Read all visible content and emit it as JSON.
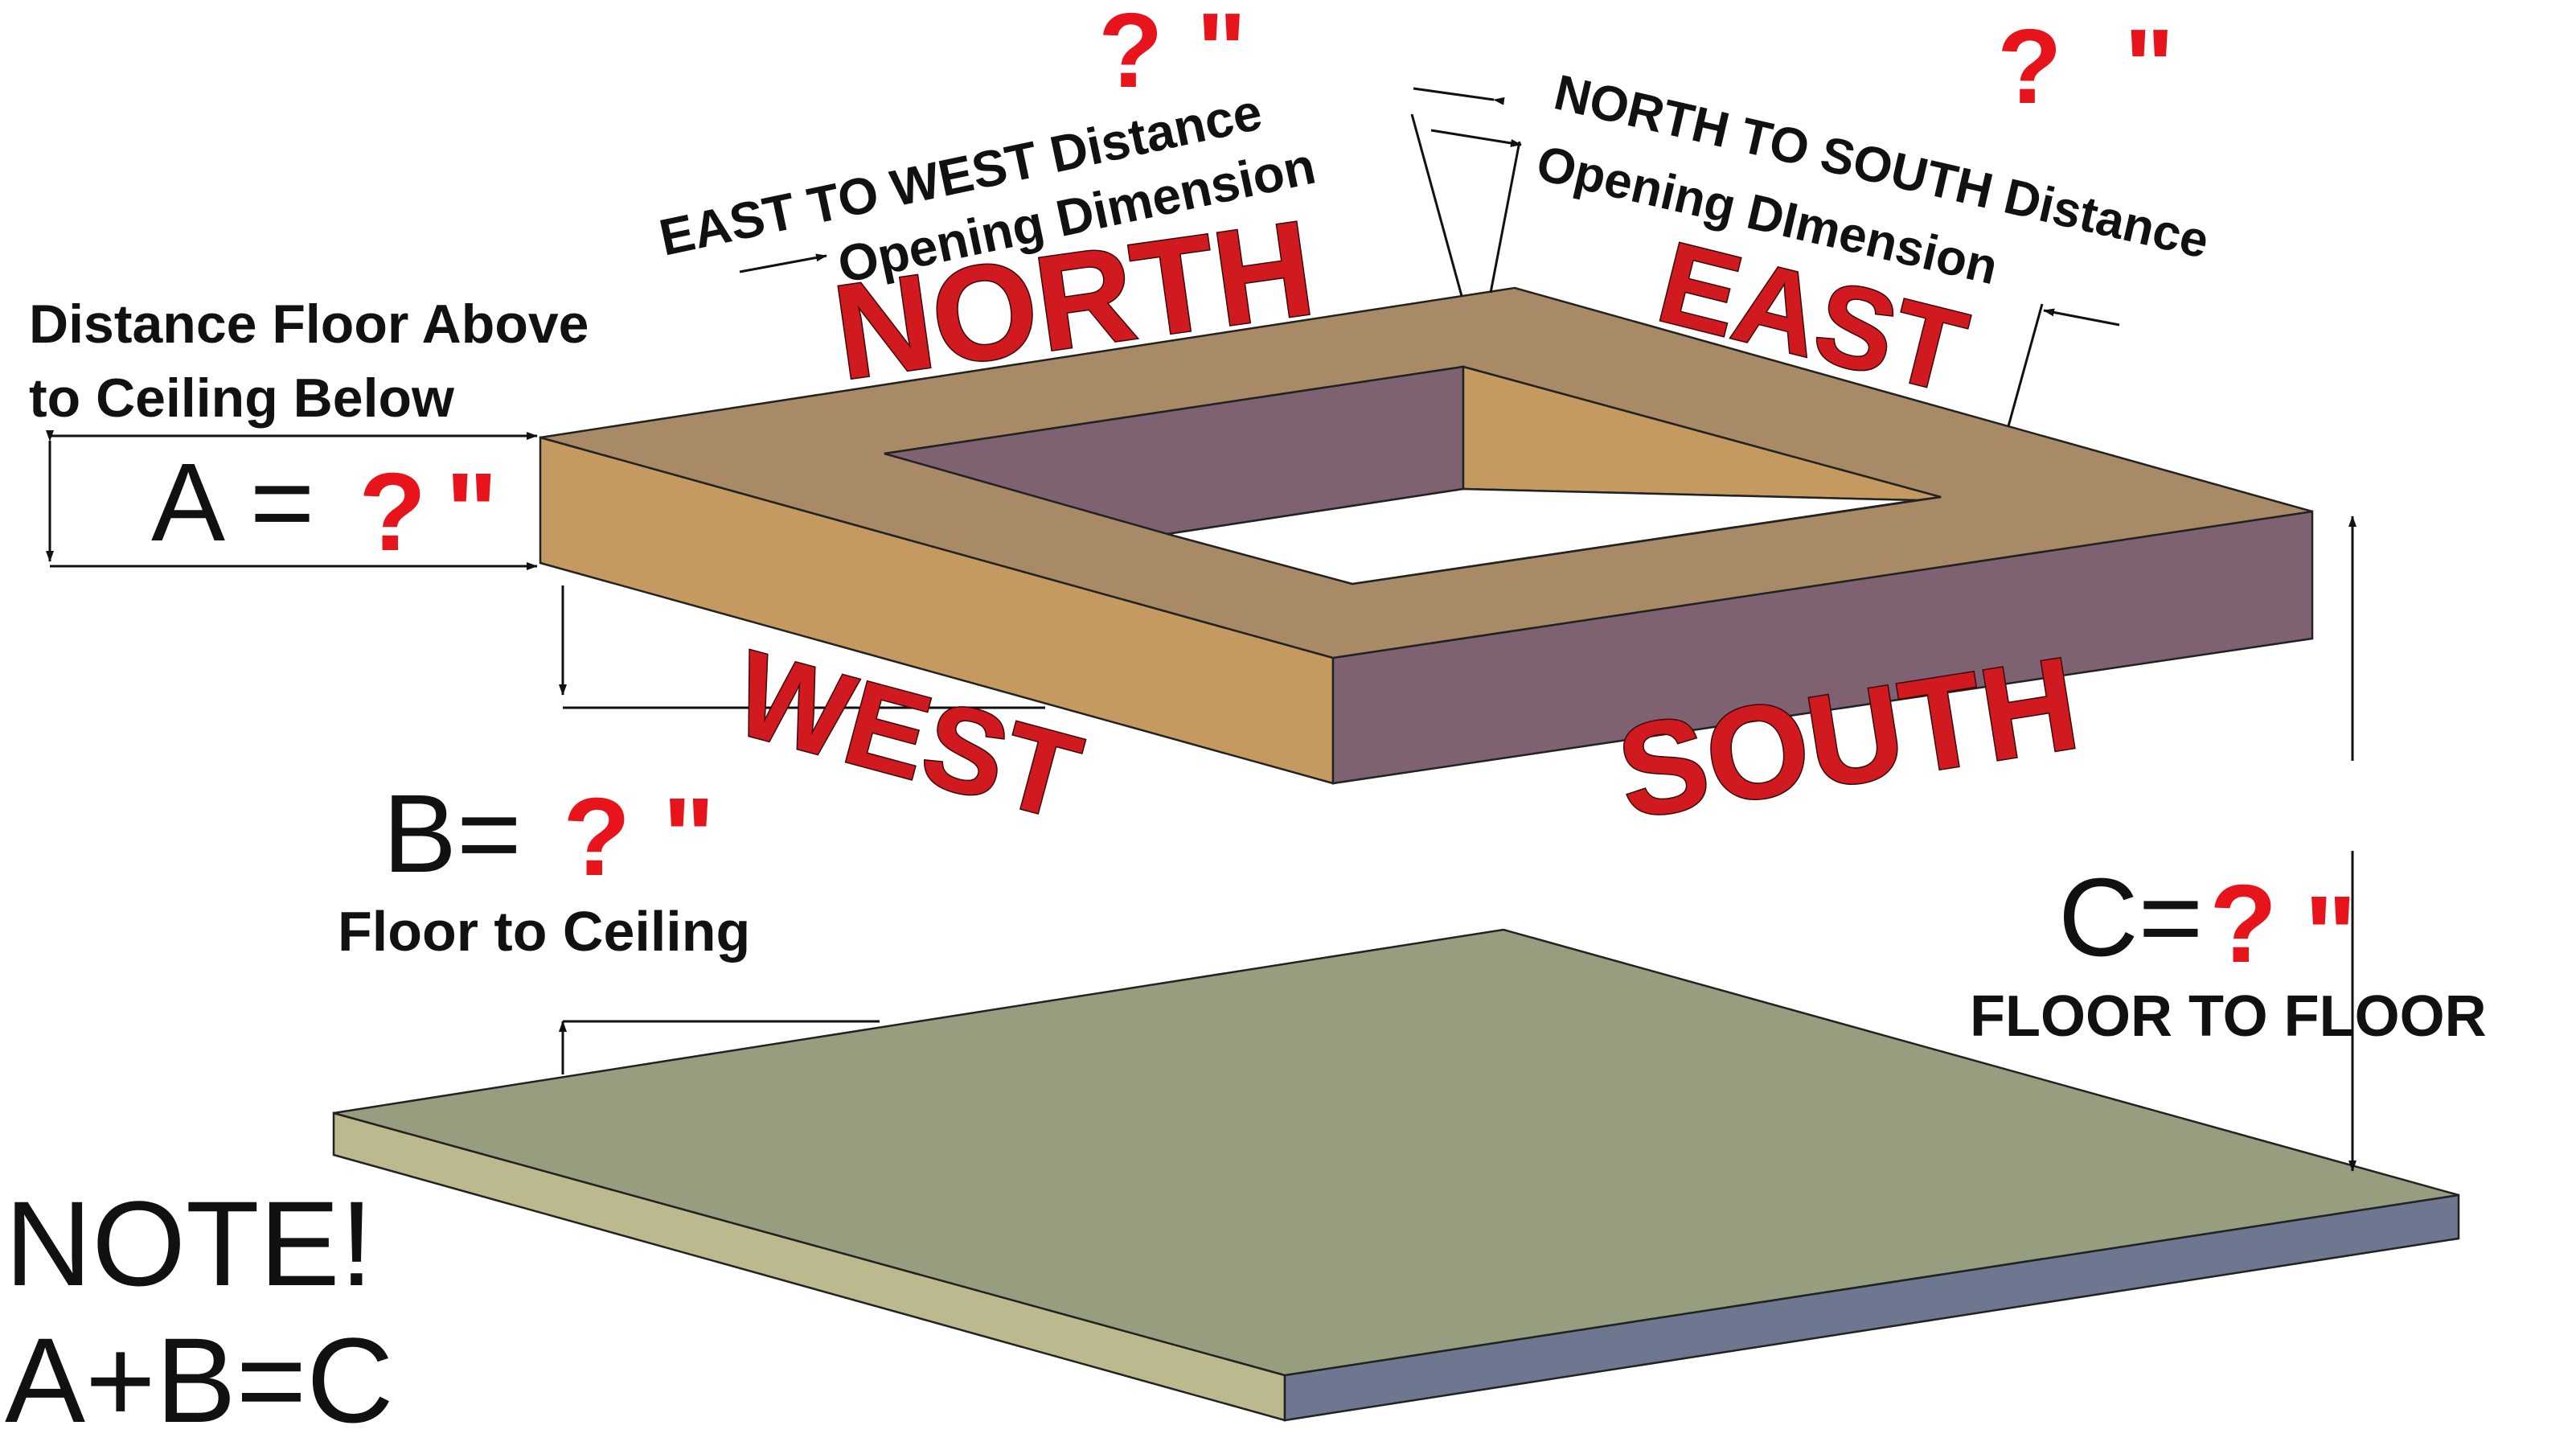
{
  "labels": {
    "east_west_line1": "EAST TO WEST Distance",
    "east_west_line2": "Opening Dimension",
    "north_south_line1": "NORTH TO SOUTH Distance",
    "north_south_line2": "Opening DImension",
    "dist_floor_line1": "Distance Floor Above",
    "dist_floor_line2": "to Ceiling Below",
    "floor_to_ceiling": "Floor to Ceiling",
    "floor_to_floor": "FLOOR TO FLOOR"
  },
  "equations": {
    "a": "A =",
    "b": "B=",
    "c": "C=",
    "note": "NOTE!",
    "formula": "A+B=C"
  },
  "unknown": {
    "question": "?",
    "inch": "\""
  },
  "directions": {
    "north": "NORTH",
    "east": "EAST",
    "west": "WEST",
    "south": "SOUTH"
  },
  "colors": {
    "slab_top": "#a98a67",
    "slab_front": "#c49a60",
    "slab_side": "#7f6272",
    "opening_far": "#7f6272",
    "opening_right": "#c49a60",
    "floor_top": "#979e80",
    "floor_front": "#bdb98e",
    "floor_side": "#6d7890",
    "accent_red": "#e8141c"
  }
}
